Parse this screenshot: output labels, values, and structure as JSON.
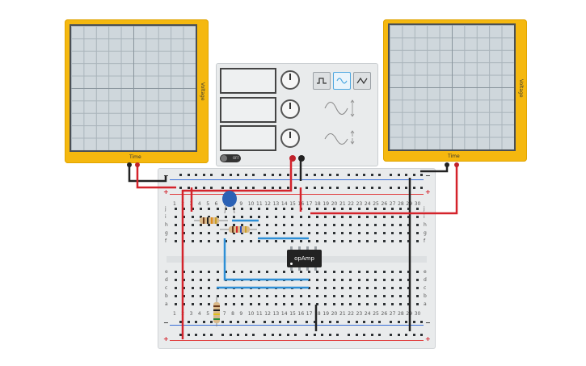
{
  "scope_left": {
    "time_label": "Time",
    "voltage_label": "Voltage"
  },
  "scope_right": {
    "time_label": "Time",
    "voltage_label": "Voltage"
  },
  "generator": {
    "power_label": "OFF",
    "waveforms": [
      "square-wave-icon",
      "sine-wave-icon",
      "triangle-wave-icon"
    ],
    "selected_waveform": "sine-wave-icon"
  },
  "opamp": {
    "label": "opAmp"
  },
  "breadboard": {
    "row_letters_top": [
      "j",
      "i",
      "h",
      "g",
      "f"
    ],
    "row_letters_bottom": [
      "e",
      "d",
      "c",
      "b",
      "a"
    ],
    "column_numbers": [
      "1",
      "2",
      "3",
      "4",
      "5",
      "6",
      "7",
      "8",
      "9",
      "10",
      "11",
      "12",
      "13",
      "14",
      "15",
      "16",
      "17",
      "18",
      "19",
      "20",
      "21",
      "22",
      "23",
      "24",
      "25",
      "26",
      "27",
      "28",
      "29",
      "30"
    ],
    "rail_plus": "+",
    "rail_minus": "−"
  },
  "colors": {
    "scope_frame": "#f5b80f",
    "wire_red": "#d4232b",
    "wire_black": "#222222",
    "wire_blue": "#2e8fd6",
    "rail_red": "#e03a3a",
    "rail_blue": "#3a6fd8"
  }
}
